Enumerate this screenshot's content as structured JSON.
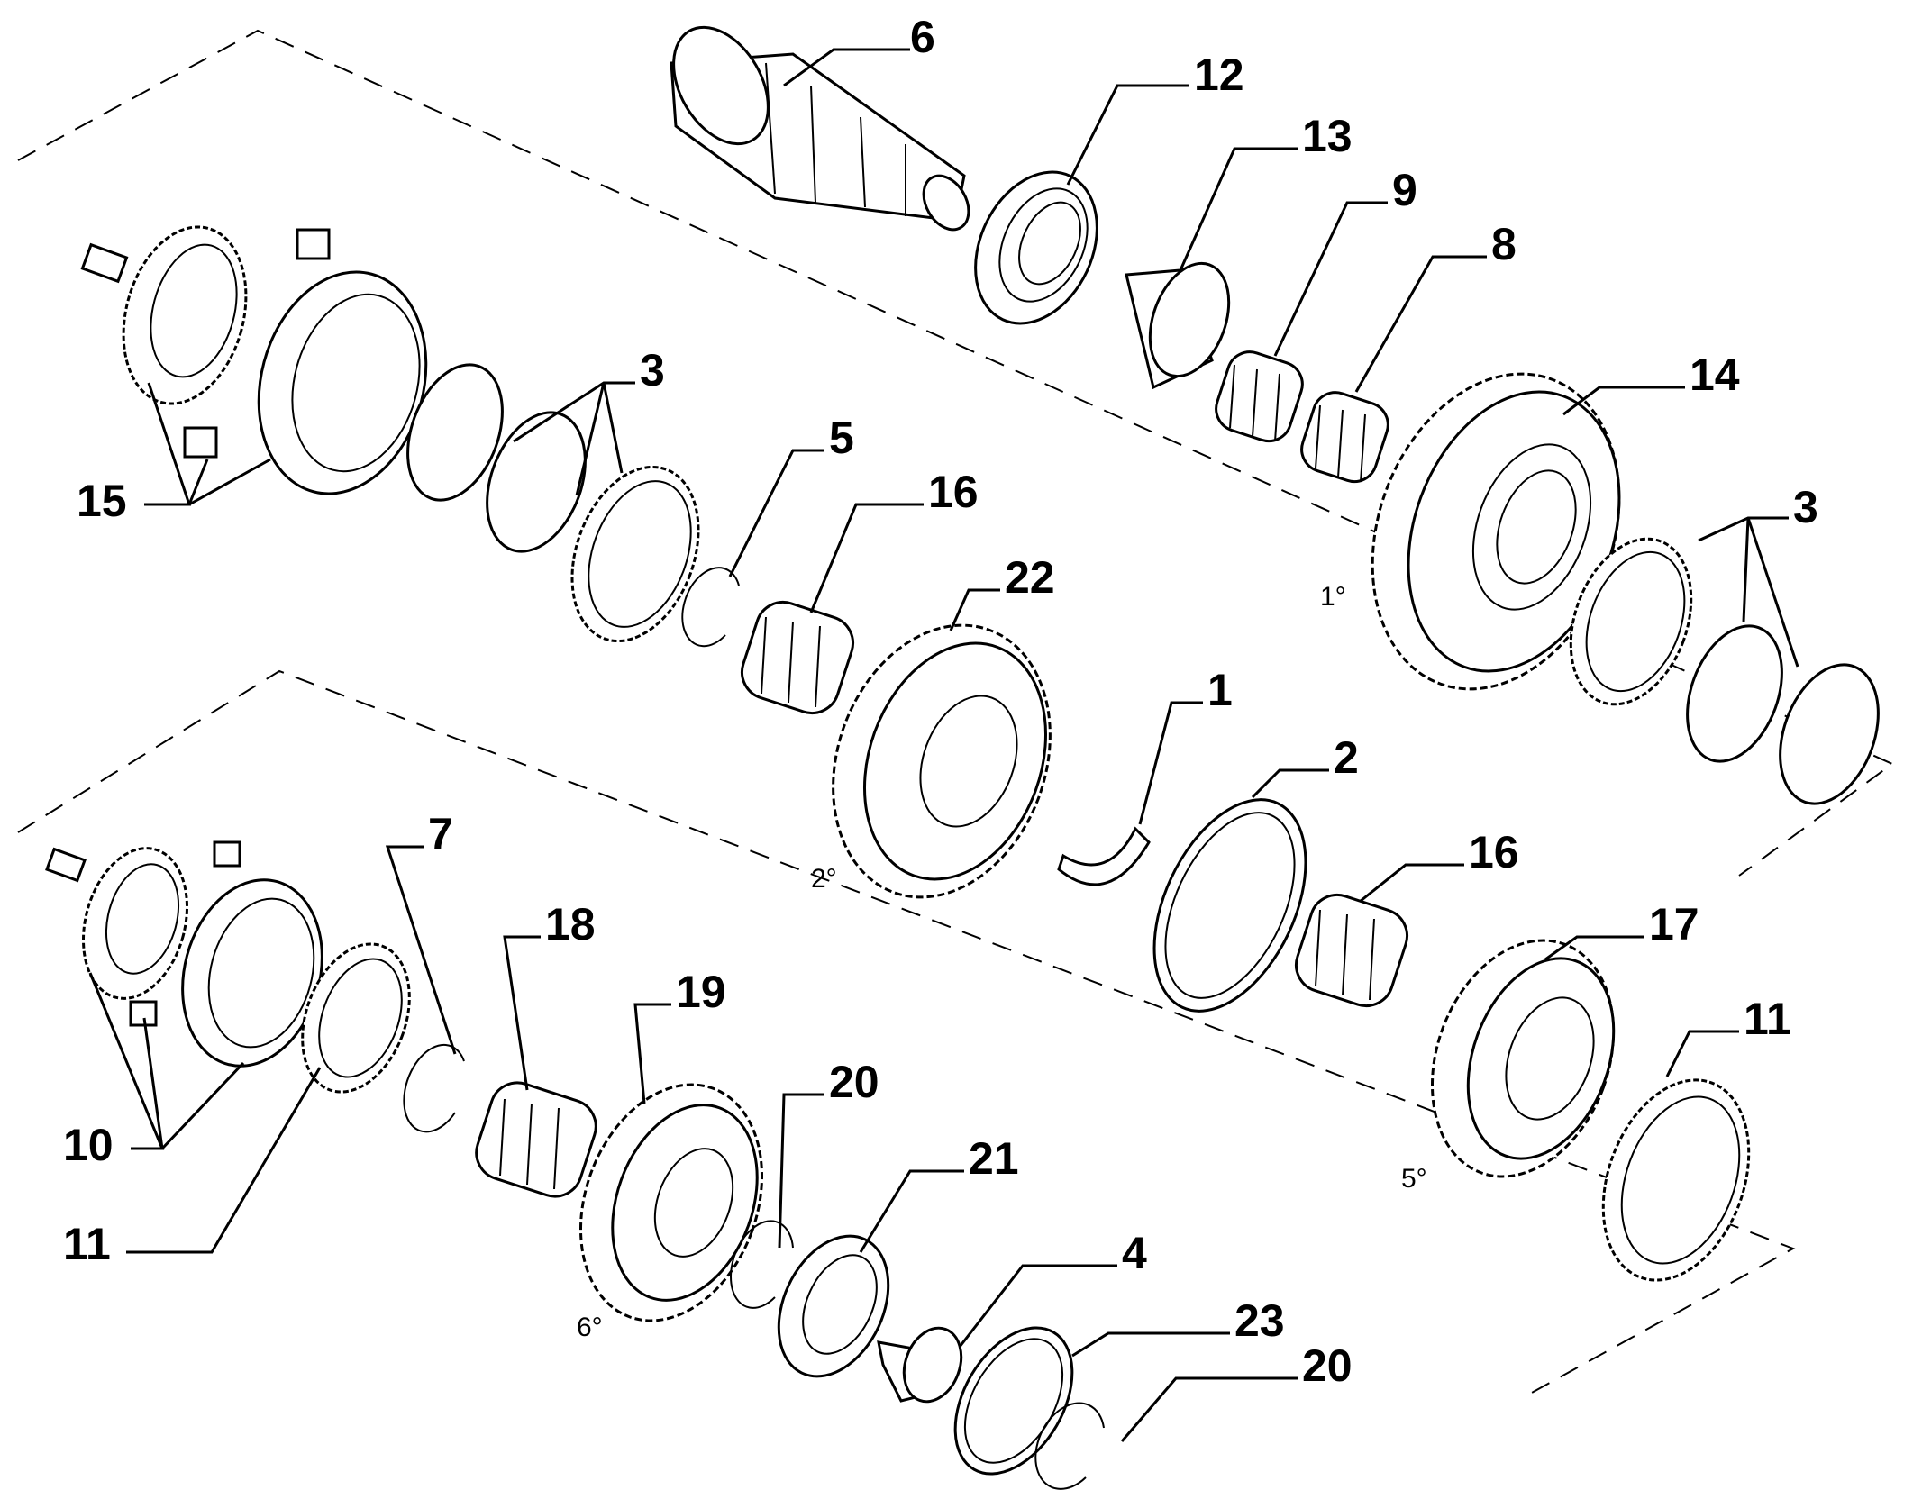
{
  "diagram": {
    "part_labels": [
      {
        "id": "6",
        "text": "6"
      },
      {
        "id": "12",
        "text": "12"
      },
      {
        "id": "13",
        "text": "13"
      },
      {
        "id": "9",
        "text": "9"
      },
      {
        "id": "8",
        "text": "8"
      },
      {
        "id": "14",
        "text": "14"
      },
      {
        "id": "3a",
        "text": "3"
      },
      {
        "id": "3b",
        "text": "3"
      },
      {
        "id": "5",
        "text": "5"
      },
      {
        "id": "16a",
        "text": "16"
      },
      {
        "id": "22",
        "text": "22"
      },
      {
        "id": "15",
        "text": "15"
      },
      {
        "id": "1",
        "text": "1"
      },
      {
        "id": "2",
        "text": "2"
      },
      {
        "id": "16b",
        "text": "16"
      },
      {
        "id": "17",
        "text": "17"
      },
      {
        "id": "11a",
        "text": "11"
      },
      {
        "id": "7",
        "text": "7"
      },
      {
        "id": "18",
        "text": "18"
      },
      {
        "id": "19",
        "text": "19"
      },
      {
        "id": "20a",
        "text": "20"
      },
      {
        "id": "21",
        "text": "21"
      },
      {
        "id": "4",
        "text": "4"
      },
      {
        "id": "23",
        "text": "23"
      },
      {
        "id": "20b",
        "text": "20"
      },
      {
        "id": "10",
        "text": "10"
      },
      {
        "id": "11b",
        "text": "11"
      }
    ],
    "gear_labels": [
      {
        "id": "g1",
        "text": "1°"
      },
      {
        "id": "g2",
        "text": "2°"
      },
      {
        "id": "g5",
        "text": "5°"
      },
      {
        "id": "g6",
        "text": "6°"
      }
    ]
  }
}
